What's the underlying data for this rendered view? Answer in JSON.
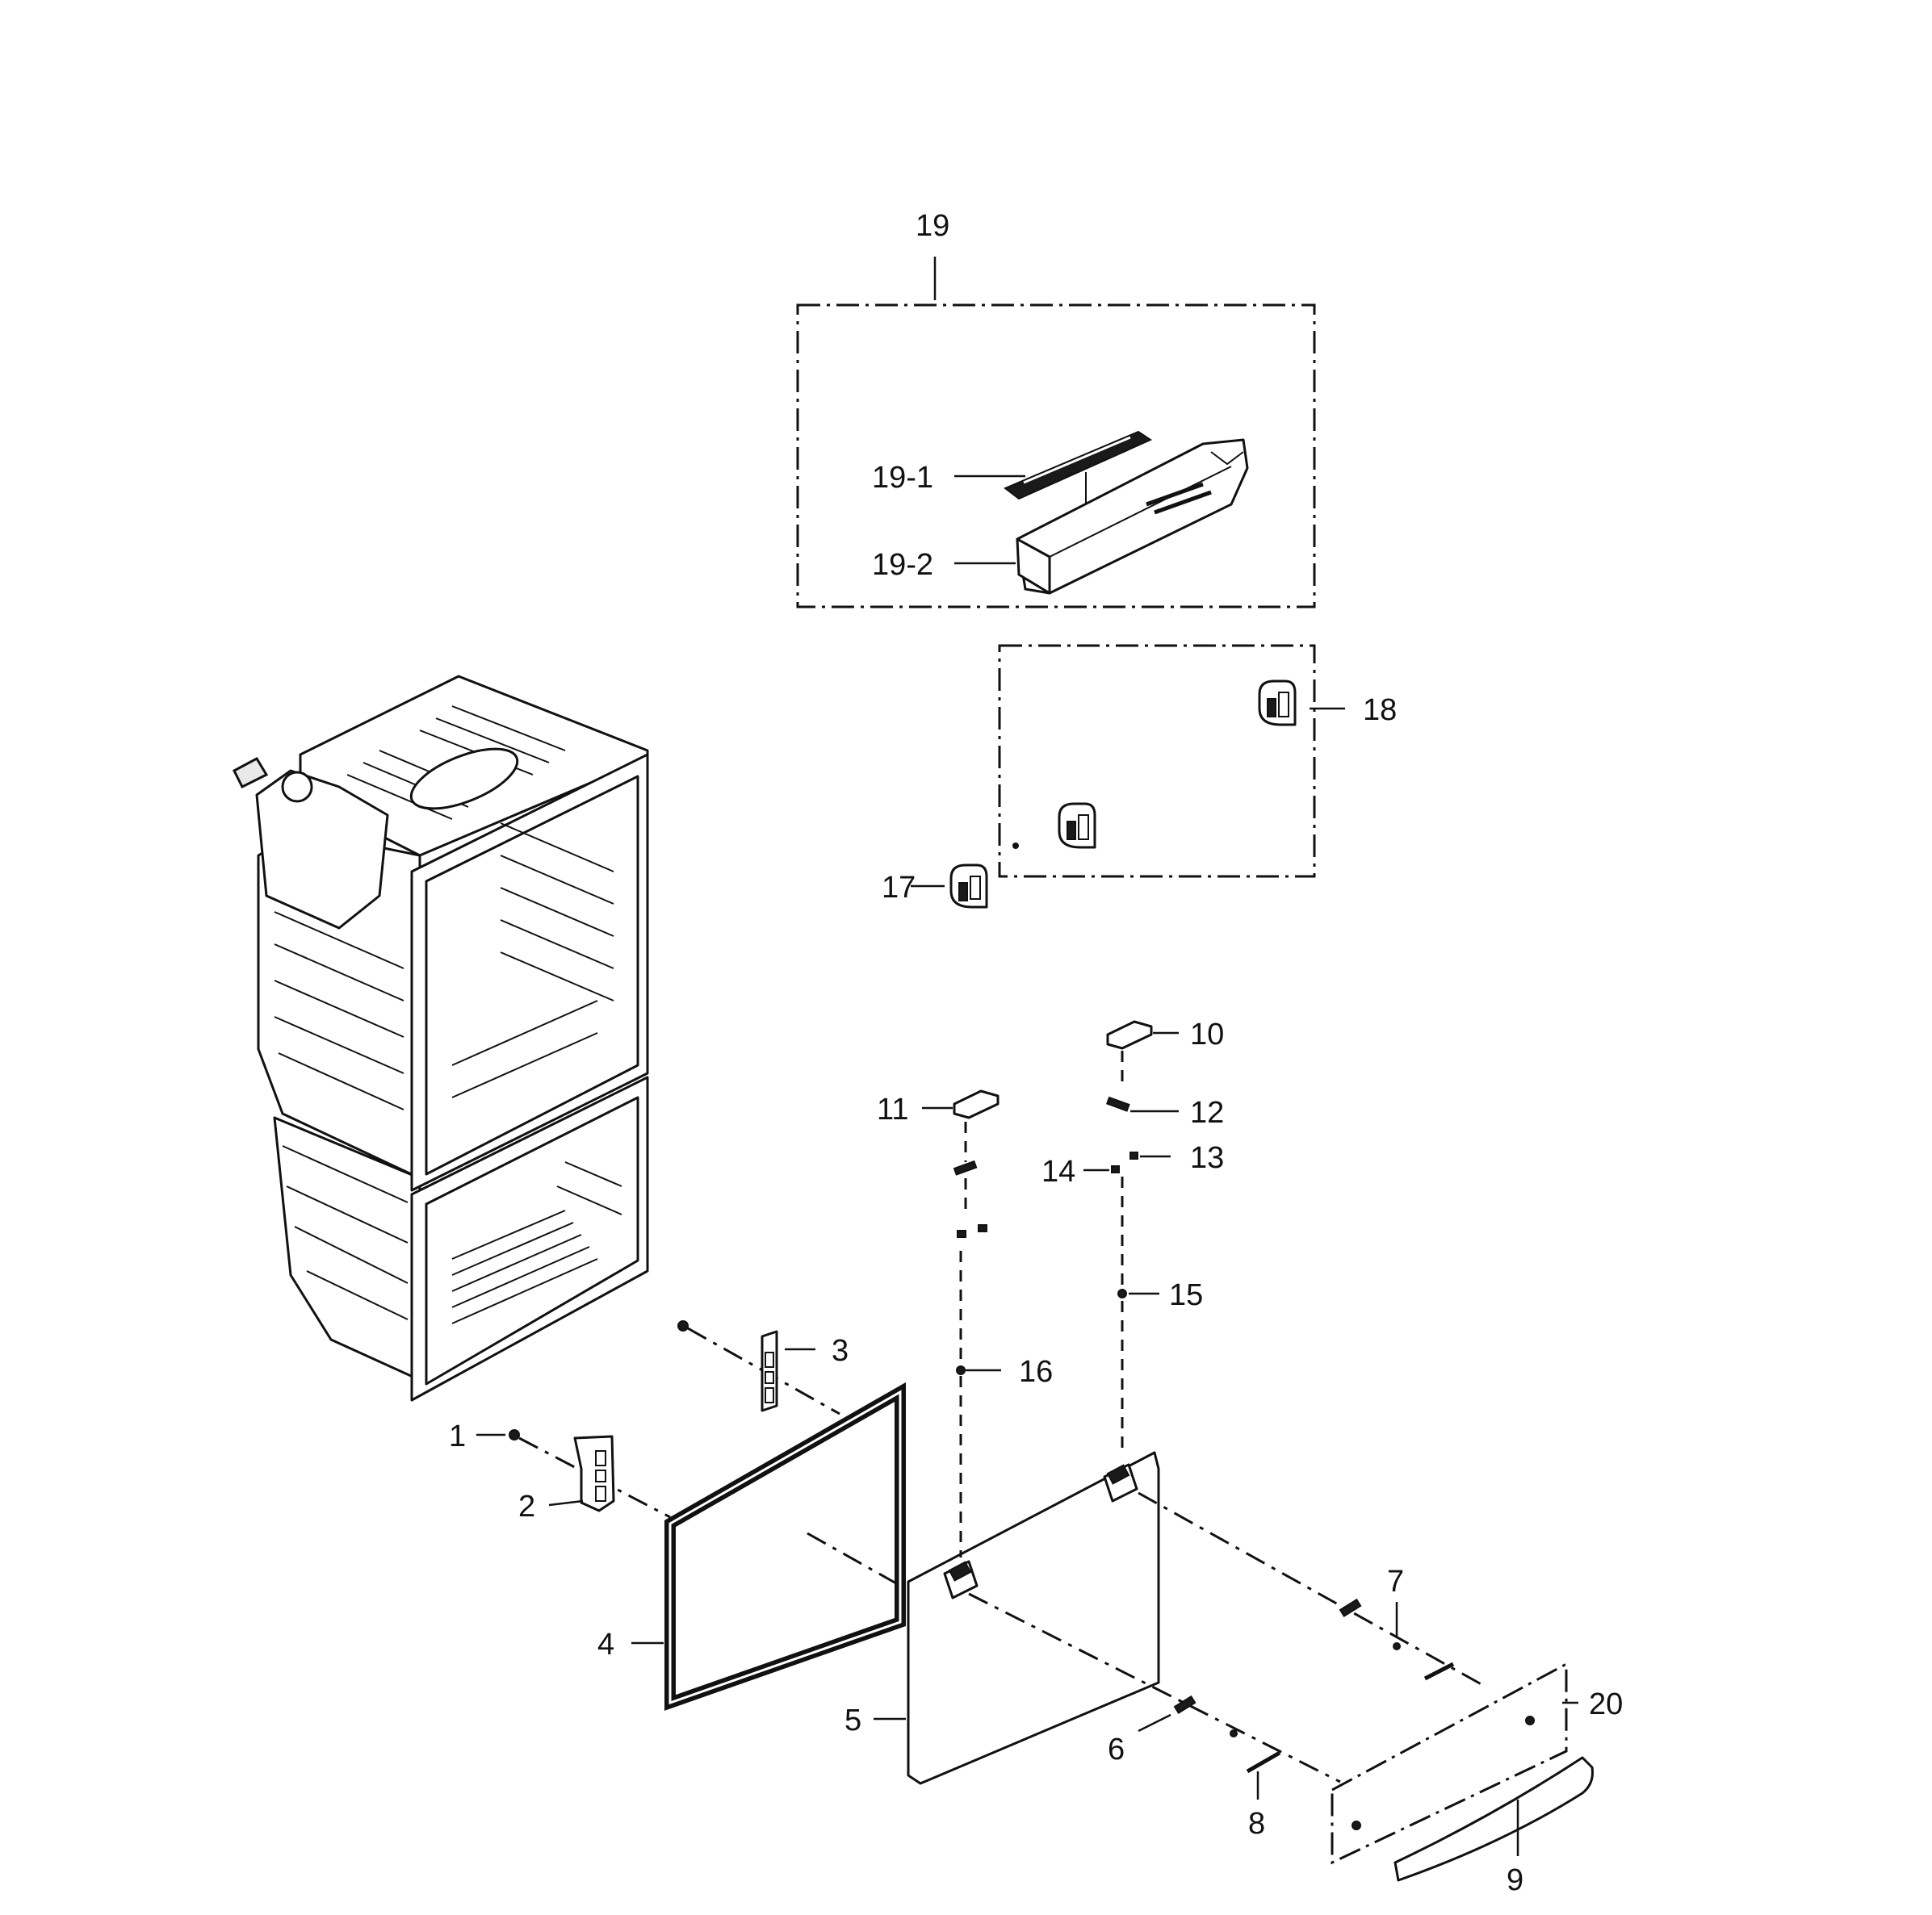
{
  "labels": {
    "p1": "1",
    "p2": "2",
    "p3": "3",
    "p4": "4",
    "p5": "5",
    "p6": "6",
    "p7": "7",
    "p8": "8",
    "p9": "9",
    "p10": "10",
    "p11": "11",
    "p12": "12",
    "p13": "13",
    "p14": "14",
    "p15": "15",
    "p16": "16",
    "p17": "17",
    "p18": "18",
    "p19": "19",
    "p19_1": "19-1",
    "p19_2": "19-2",
    "p20": "20"
  }
}
